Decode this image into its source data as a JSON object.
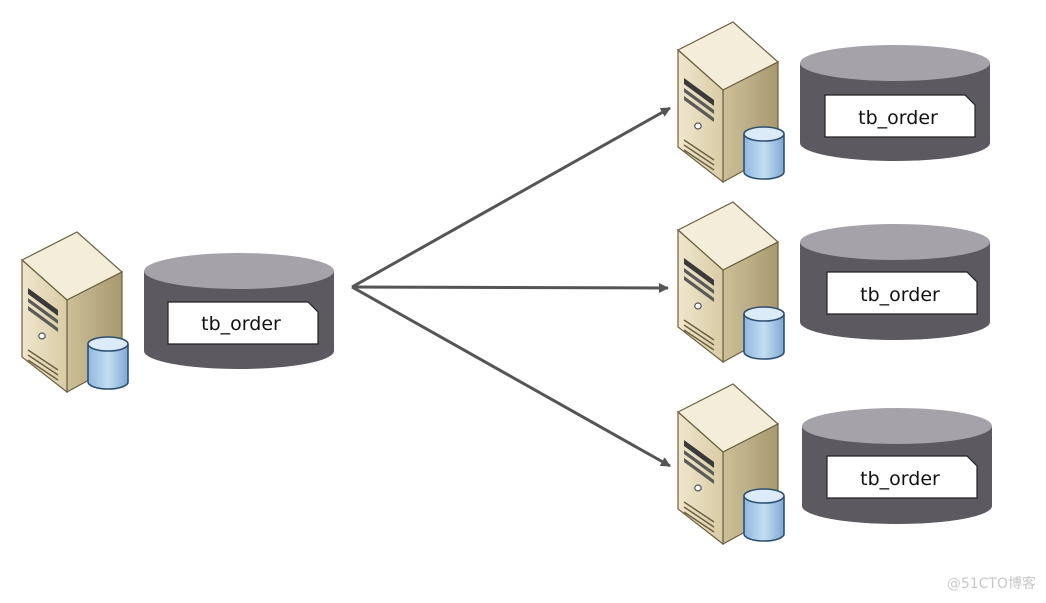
{
  "source_node": {
    "table_label": "tb_order"
  },
  "target_nodes": [
    {
      "table_label": "tb_order"
    },
    {
      "table_label": "tb_order"
    },
    {
      "table_label": "tb_order"
    }
  ],
  "colors": {
    "arrow": "#555555",
    "cylinder_body": "#5d5961",
    "cylinder_top": "#a5a2aa",
    "server_front": "#e6dcc0",
    "server_side": "#c3b48c",
    "server_top": "#f4edd9",
    "mini_db": "#9cc3e6"
  },
  "watermark": "@51CTO博客"
}
